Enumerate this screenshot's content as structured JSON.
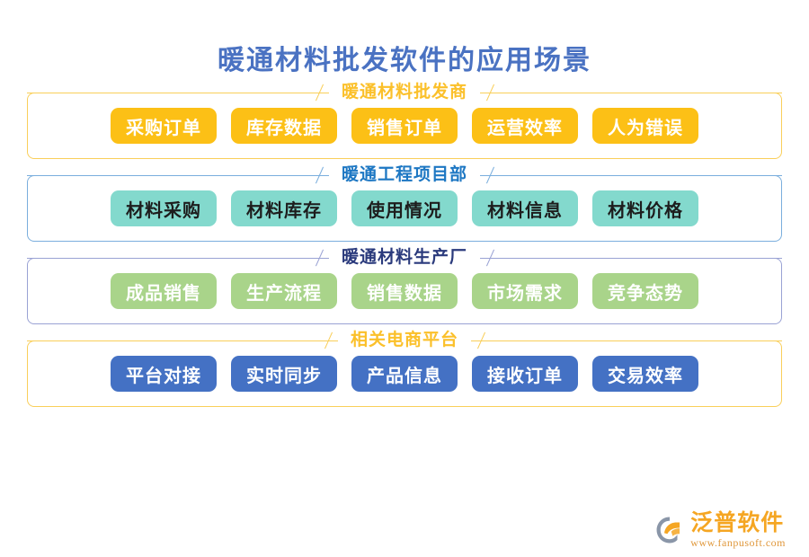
{
  "page": {
    "title": "暖通材料批发软件的应用场景",
    "title_color": "#4a72c2",
    "background": "#ffffff"
  },
  "sections": [
    {
      "key": "wholesaler",
      "title": "暖通材料批发商",
      "title_color": "#fbc02a",
      "frame_color": "#f9cf5a",
      "chip_bg": "#fcc016",
      "chip_fg": "#ffffff",
      "chips": [
        {
          "label": "采购订单"
        },
        {
          "label": "库存数据"
        },
        {
          "label": "销售订单"
        },
        {
          "label": "运营效率"
        },
        {
          "label": "人为错误"
        }
      ]
    },
    {
      "key": "project-department",
      "title": "暖通工程项目部",
      "title_color": "#1d77c3",
      "frame_color": "#7aaedd",
      "chip_bg": "#83d9cd",
      "chip_fg": "#1d1d1d",
      "chips": [
        {
          "label": "材料采购"
        },
        {
          "label": "材料库存"
        },
        {
          "label": "使用情况"
        },
        {
          "label": "材料信息"
        },
        {
          "label": "材料价格"
        }
      ]
    },
    {
      "key": "factory",
      "title": "暖通材料生产厂",
      "title_color": "#2a3a7c",
      "frame_color": "#9aa2d4",
      "chip_bg": "#a9d48a",
      "chip_fg": "#ffffff",
      "chips": [
        {
          "label": "成品销售"
        },
        {
          "label": "生产流程"
        },
        {
          "label": "销售数据"
        },
        {
          "label": "市场需求"
        },
        {
          "label": "竞争态势"
        }
      ]
    },
    {
      "key": "ecommerce-platform",
      "title": "相关电商平台",
      "title_color": "#fbc02a",
      "frame_color": "#f9cf5a",
      "chip_bg": "#4471c4",
      "chip_fg": "#ffffff",
      "chips": [
        {
          "label": "平台对接"
        },
        {
          "label": "实时同步"
        },
        {
          "label": "产品信息"
        },
        {
          "label": "接收订单"
        },
        {
          "label": "交易效率"
        }
      ]
    }
  ],
  "logo": {
    "icon": "fanpu-swoosh-icon",
    "name": "泛普软件",
    "url": "www.fanpusoft.com",
    "name_color": "#f5a623",
    "url_color": "#e0983c"
  }
}
